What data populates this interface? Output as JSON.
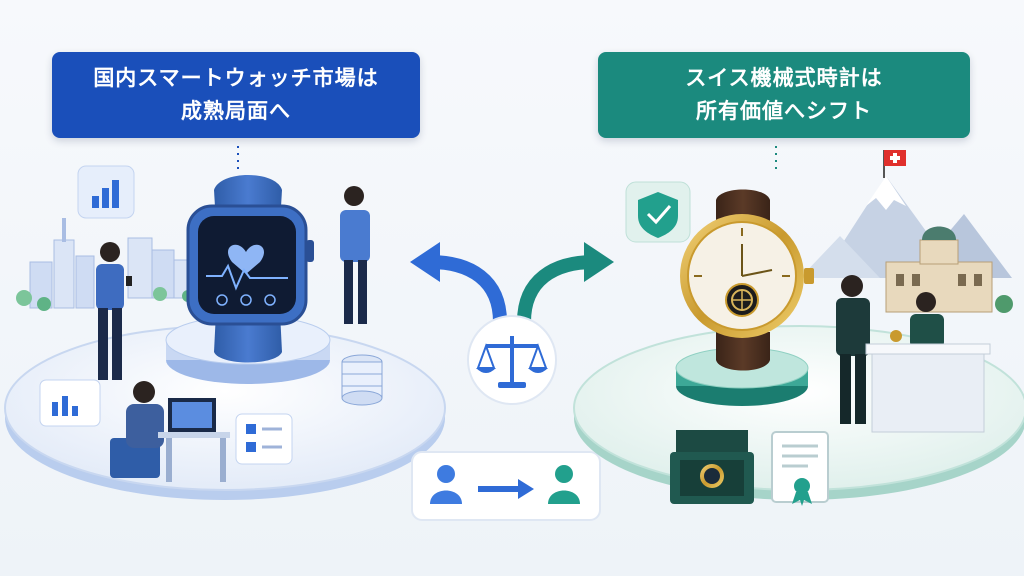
{
  "left_panel": {
    "title_line1": "国内スマートウォッチ市場は",
    "title_line2": "成熟局面へ",
    "accent_color": "#1a4fba"
  },
  "right_panel": {
    "title_line1": "スイス機械式時計は",
    "title_line2": "所有価値へシフト",
    "accent_color": "#1b8a7e"
  },
  "center": {
    "icons": [
      "scales-icon",
      "user-to-user-icon",
      "curved-arrow-left-icon",
      "curved-arrow-right-icon"
    ]
  },
  "left_icons": [
    "smartwatch-icon",
    "heart-icon",
    "bar-chart-icon",
    "server-icon",
    "checklist-icon",
    "laptop-icon",
    "person-icon",
    "city-icon"
  ],
  "right_icons": [
    "luxury-watch-icon",
    "shield-check-icon",
    "swiss-flag-icon",
    "mountain-icon",
    "certificate-icon",
    "watch-box-icon",
    "building-icon",
    "person-icon"
  ]
}
